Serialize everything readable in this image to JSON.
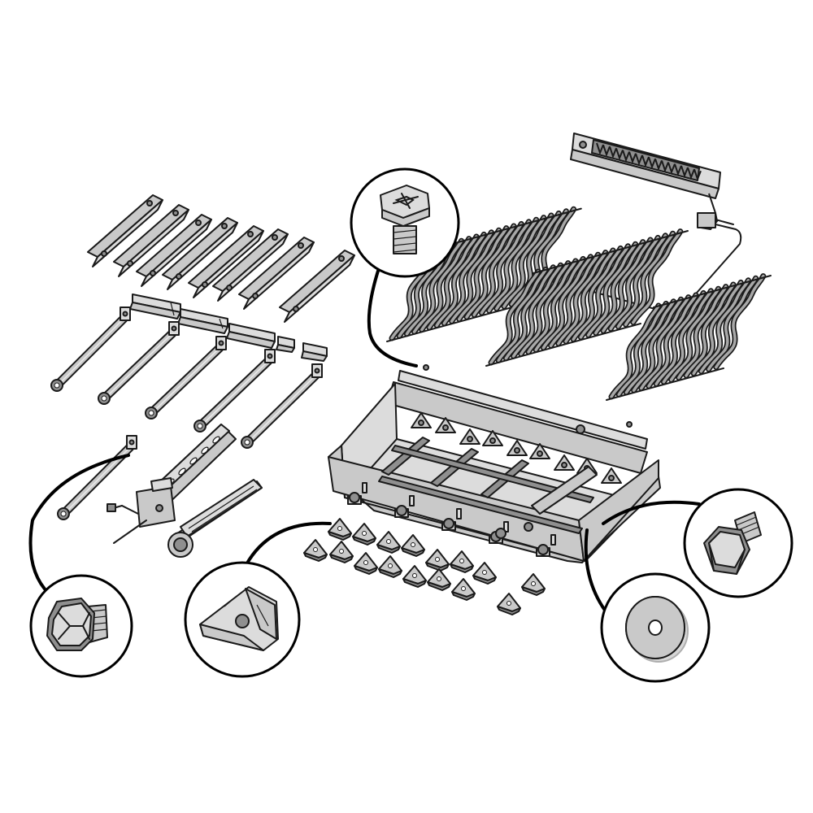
{
  "diagram": {
    "kind": "exploded-parts-view",
    "colors": {
      "outline": "#1a1a1a",
      "metal": "#c9c9c9",
      "metal_light": "#dcdcdc",
      "metal_dark": "#8f8f8f",
      "background": "#ffffff"
    },
    "parts": [
      {
        "name": "heat-deflector-plates",
        "count": 8
      },
      {
        "name": "burner-support-rails",
        "count": 5
      },
      {
        "name": "tube-burners",
        "count": 6
      },
      {
        "name": "rear-infrared-burner",
        "count": 1
      },
      {
        "name": "cooking-grates",
        "count": 3
      },
      {
        "name": "firebox",
        "count": 1
      },
      {
        "name": "briquette-trays",
        "count": 20
      },
      {
        "name": "side-burner-assembly",
        "count": 1
      }
    ],
    "callouts": [
      {
        "name": "hex-head-screw-detail"
      },
      {
        "name": "flange-bolt-detail"
      },
      {
        "name": "ceramic-briquette-holder-detail"
      },
      {
        "name": "washer-detail"
      },
      {
        "name": "hex-bolt-detail"
      }
    ]
  }
}
